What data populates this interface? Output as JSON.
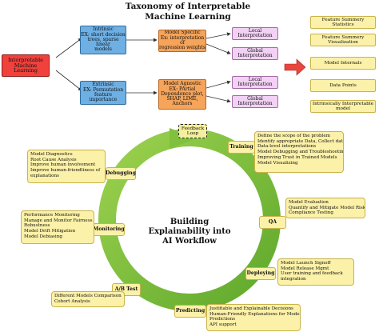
{
  "title_lines": [
    "Taxonomy of Interpretable",
    "Machine Learning"
  ],
  "root": "Interpretable Machine Learning",
  "branches": [
    {
      "lines": [
        "Intrinsic",
        "EX: short decision",
        "trees, sparse linear",
        "models"
      ],
      "model_lines": [
        "Model Specific",
        "Ex: interpretation of",
        "regression weights"
      ],
      "outputs": [
        "Local Interpretation",
        "Global Interpretation"
      ]
    },
    {
      "lines": [
        "Extrinsic",
        "EX: Permutation",
        "feature importance"
      ],
      "model_lines": [
        "Model Agnostic",
        "EX: PArtial",
        "Dependence plot,",
        "SHAP, LIME,",
        "Anchors"
      ],
      "outputs": [
        "Local Interpretation",
        "Global Interpretation"
      ]
    }
  ],
  "legend": [
    "Feature Summery Statistics",
    "Feature Summery Visualization",
    "Model Internals",
    "Data Points",
    "Intrinsically Interpretable model"
  ],
  "workflow": {
    "center_lines": [
      "Building",
      "Explainability into",
      "AI Workflow"
    ],
    "feedback_lines": [
      "Feedback",
      "Loop"
    ],
    "stages": [
      "Training",
      "QA",
      "Deploying",
      "Predicting",
      "A/B Test",
      "Monitoring",
      "Debugging"
    ],
    "notes": {
      "training": [
        "Define the scope of the problem",
        "Identify appropriate Data, Collect data,",
        "Data-level interpretations",
        "Model Debugging and Troubleshooting",
        "Improving Trust in Trained Models",
        "Model Visualizing"
      ],
      "qa": [
        "Model Evaluation",
        "Quantify and Mitigate Model Risk",
        "Compliance Testing"
      ],
      "deploying": [
        "Model Launch Signoff",
        "Model Release Mgmt",
        "User training and feedback",
        "integration"
      ],
      "predicting": [
        "Justifiable and Explainable Decisions",
        "Human-Friendly Explanations for Model",
        "Predictions",
        "API support"
      ],
      "ab_test": [
        "Different Models Comparison",
        "Cohort Analysis"
      ],
      "monitoring": [
        "Performance Monitoring",
        "Manage and Monitor Fairness and",
        "Robustness",
        "Model Drift Mitigation",
        "Model Debiasing"
      ],
      "debugging": [
        "Model Diagnostics",
        "Root Cause Analysis",
        "Improve human involvement",
        "Improve human-friendliness of",
        "explanations"
      ]
    }
  },
  "colors": {
    "root": "#f0413c",
    "branch": "#6fb0e4",
    "model": "#f5a45a",
    "output": "#f2d1f4",
    "note": "#fbf1a8",
    "ring": "#7fc13c",
    "arrow_red": "#e8463c"
  }
}
